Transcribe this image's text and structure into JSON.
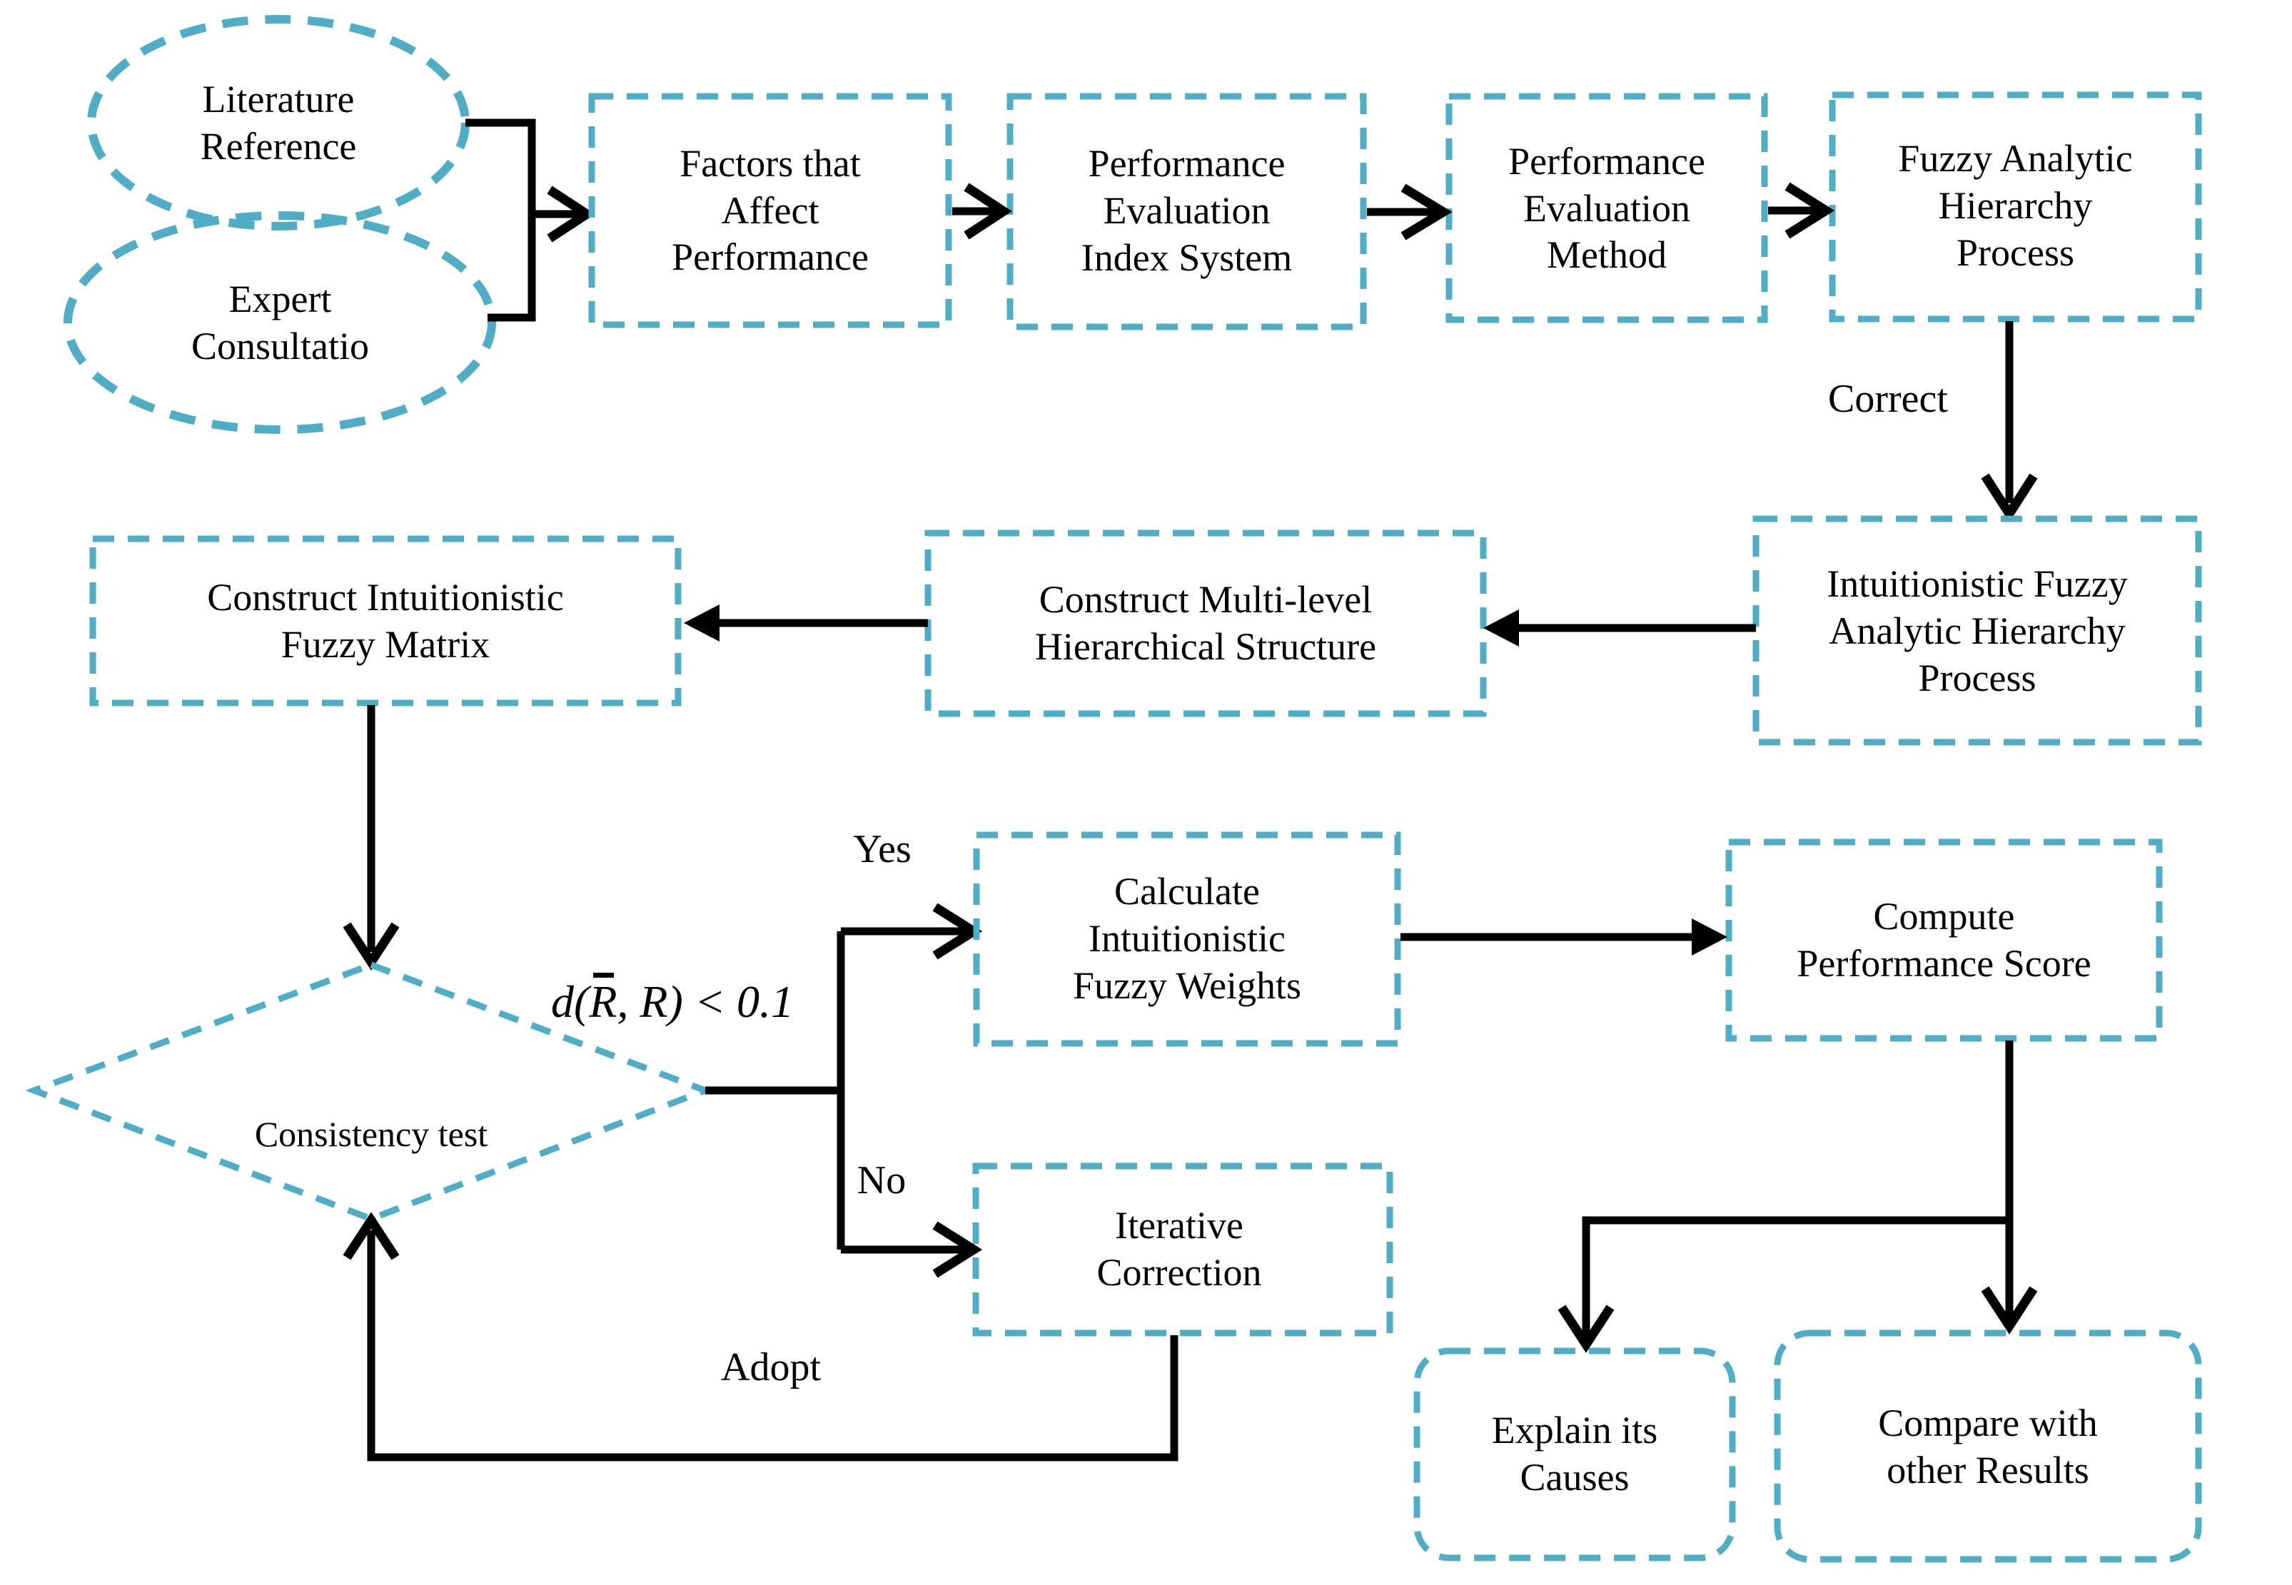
{
  "colors": {
    "accent": "#4FADC6",
    "line": "#000000",
    "text": "#000000",
    "background": "#FFFFFF"
  },
  "nodes": {
    "literature": "Literature\nReference",
    "expert": "Expert\nConsultatio",
    "factors": "Factors that\nAffect\nPerformance",
    "index_system": "Performance\nEvaluation\nIndex System",
    "method": "Performance\nEvaluation\nMethod",
    "fuzzy_ahp": "Fuzzy Analytic\nHierarchy\nProcess",
    "intuitionistic_ahp": "Intuitionistic Fuzzy\nAnalytic Hierarchy\nProcess",
    "multilevel": "Construct Multi-level\nHierarchical Structure",
    "matrix": "Construct Intuitionistic\nFuzzy Matrix",
    "consistency": "Consistency test",
    "weights": "Calculate\nIntuitionistic\nFuzzy Weights",
    "iterative": "Iterative\nCorrection",
    "score": "Compute\nPerformance Score",
    "explain": "Explain its\nCauses",
    "compare": "Compare with\nother Results"
  },
  "edge_labels": {
    "correct": "Correct",
    "yes": "Yes",
    "no": "No",
    "adopt": "Adopt"
  },
  "condition": {
    "prefix": "d(",
    "r_bar": "R",
    "suffix": ", R) < 0.1"
  }
}
